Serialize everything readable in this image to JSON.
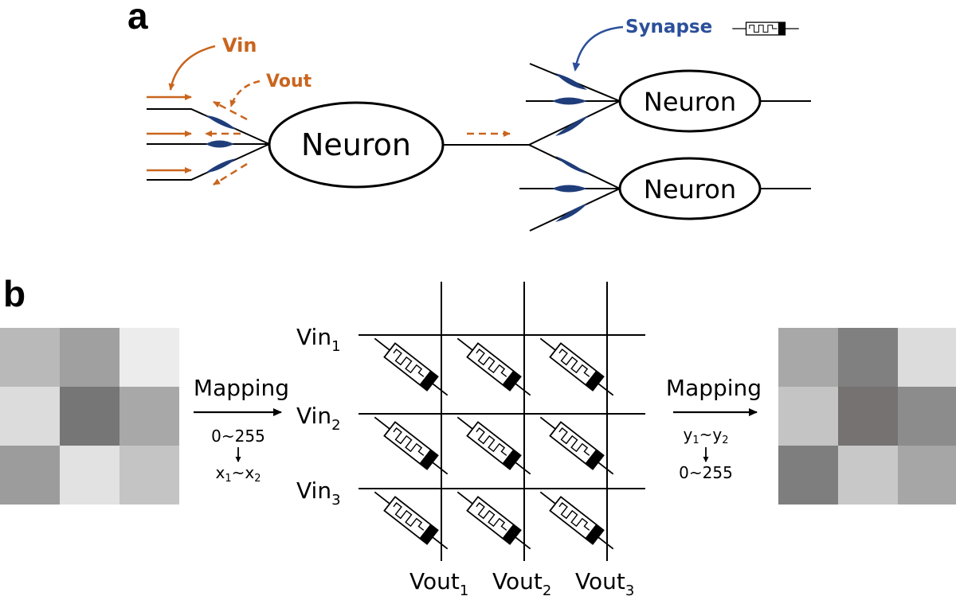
{
  "panels": {
    "a": {
      "letter": "a"
    },
    "b": {
      "letter": "b"
    }
  },
  "colors": {
    "accent_orange": "#c9651e",
    "synapse_blue": "#1f3d7a",
    "label_blue": "#2b4f9a",
    "line": "#000000"
  },
  "panel_a": {
    "vin_label": "Vin",
    "vout_label": "Vout",
    "synapse_label": "Synapse",
    "neuron_main": "Neuron",
    "neuron_top": "Neuron",
    "neuron_bottom": "Neuron"
  },
  "panel_b": {
    "rows": [
      {
        "base": "Vin",
        "sub": "1"
      },
      {
        "base": "Vin",
        "sub": "2"
      },
      {
        "base": "Vin",
        "sub": "3"
      }
    ],
    "cols": [
      {
        "base": "Vout",
        "sub": "1"
      },
      {
        "base": "Vout",
        "sub": "2"
      },
      {
        "base": "Vout",
        "sub": "3"
      }
    ],
    "mapping_left": {
      "label": "Mapping",
      "range_from": "0~255",
      "range_to": {
        "a": "x",
        "a_sub": "1",
        "sep": "~",
        "b": "x",
        "b_sub": "2"
      }
    },
    "mapping_right": {
      "label": "Mapping",
      "range_from": {
        "a": "y",
        "a_sub": "1",
        "sep": "~",
        "b": "y",
        "b_sub": "2"
      },
      "range_to": "0~255"
    },
    "input_grid": [
      [
        "#b9b9b9",
        "#a0a0a0",
        "#ececec"
      ],
      [
        "#dcdcdc",
        "#767676",
        "#a8a8a8"
      ],
      [
        "#9c9c9c",
        "#e2e2e2",
        "#c4c4c4"
      ]
    ],
    "output_grid": [
      [
        "#a8a8a8",
        "#808080",
        "#dcdcdc"
      ],
      [
        "#c4c4c4",
        "#767272",
        "#8c8c8c"
      ],
      [
        "#7e7e7e",
        "#c8c8c8",
        "#a6a6a6"
      ]
    ]
  }
}
